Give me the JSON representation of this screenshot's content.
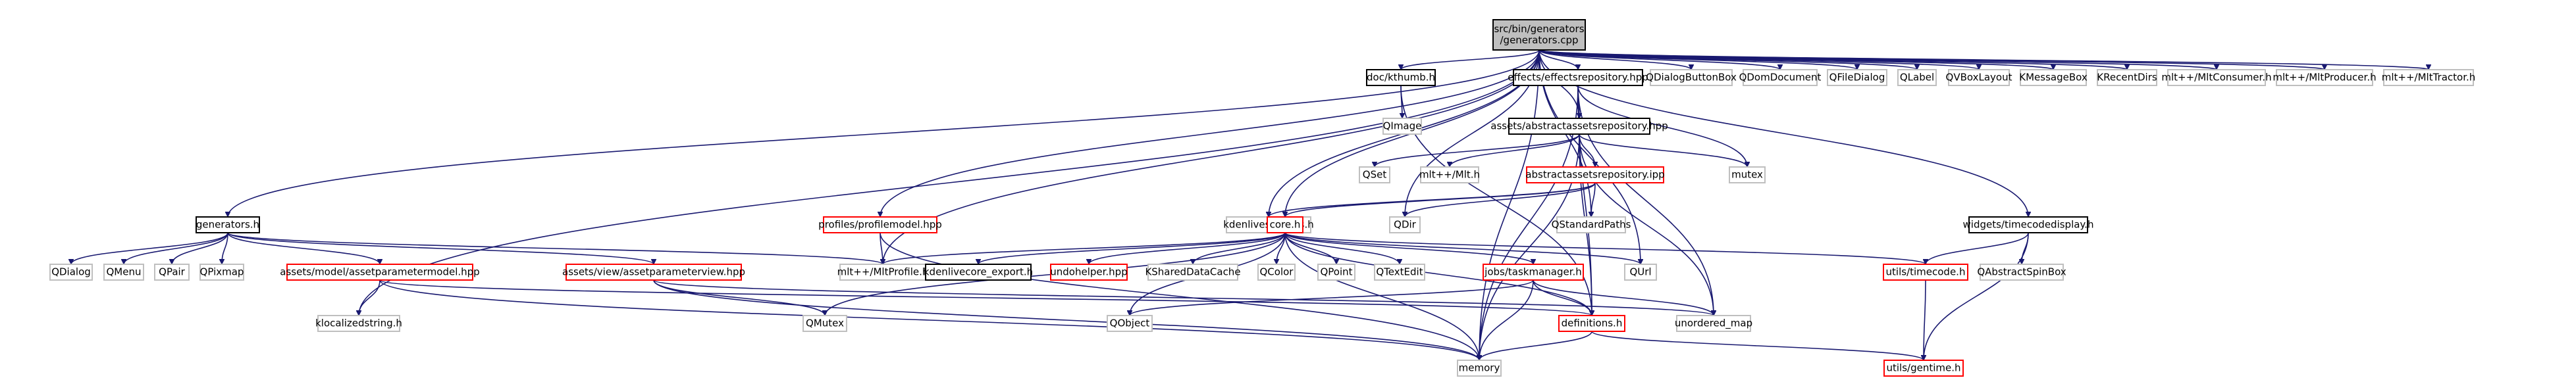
{
  "colors": {
    "edge": "#191970",
    "focus_fill": "#bfbfbf",
    "focus_border": "#000000",
    "documented_border": "#000000",
    "truncated_border": "#ff0000",
    "external_border": "#bfbfbf",
    "node_fill": "#ffffff"
  },
  "nodes": [
    {
      "id": "root",
      "lines": [
        "src/bin/generators",
        "/generators.cpp"
      ],
      "style": "focus"
    },
    {
      "id": "generators_h",
      "lines": [
        "generators.h"
      ],
      "style": "documented"
    },
    {
      "id": "klocalizedstring",
      "lines": [
        "klocalizedstring.h"
      ],
      "style": "external"
    },
    {
      "id": "memory",
      "lines": [
        "memory"
      ],
      "style": "external"
    },
    {
      "id": "profilemodel",
      "lines": [
        "profiles/profilemodel.hpp"
      ],
      "style": "truncated"
    },
    {
      "id": "mltprofile",
      "lines": [
        "mlt++/MltProfile.h"
      ],
      "style": "external"
    },
    {
      "id": "kdenlivesettings",
      "lines": [
        "kdenlivesettings.h"
      ],
      "style": "external"
    },
    {
      "id": "core_h",
      "lines": [
        "core.h"
      ],
      "style": "truncated"
    },
    {
      "id": "qdir",
      "lines": [
        "QDir"
      ],
      "style": "external"
    },
    {
      "id": "doc_kthumb",
      "lines": [
        "doc/kthumb.h"
      ],
      "style": "documented"
    },
    {
      "id": "qimage",
      "lines": [
        "QImage"
      ],
      "style": "external"
    },
    {
      "id": "effectsrepo",
      "lines": [
        "effects/effectsrepository.hpp"
      ],
      "style": "documented"
    },
    {
      "id": "absassetsrepo_hpp",
      "lines": [
        "assets/abstractassetsrepository.hpp"
      ],
      "style": "documented"
    },
    {
      "id": "qset",
      "lines": [
        "QSet"
      ],
      "style": "external"
    },
    {
      "id": "mlth",
      "lines": [
        "mlt++/Mlt.h"
      ],
      "style": "external"
    },
    {
      "id": "absassetsrepo_ipp",
      "lines": [
        "abstractassetsrepository.ipp"
      ],
      "style": "truncated"
    },
    {
      "id": "mutex",
      "lines": [
        "mutex"
      ],
      "style": "external"
    },
    {
      "id": "qstandardpaths",
      "lines": [
        "QStandardPaths"
      ],
      "style": "external"
    },
    {
      "id": "qdialogbuttonbox",
      "lines": [
        "QDialogButtonBox"
      ],
      "style": "external"
    },
    {
      "id": "qdomdocument",
      "lines": [
        "QDomDocument"
      ],
      "style": "external"
    },
    {
      "id": "qfiledialog",
      "lines": [
        "QFileDialog"
      ],
      "style": "external"
    },
    {
      "id": "qlabel",
      "lines": [
        "QLabel"
      ],
      "style": "external"
    },
    {
      "id": "qvboxlayout",
      "lines": [
        "QVBoxLayout"
      ],
      "style": "external"
    },
    {
      "id": "kmessagebox",
      "lines": [
        "KMessageBox"
      ],
      "style": "external"
    },
    {
      "id": "krecentdirs",
      "lines": [
        "KRecentDirs"
      ],
      "style": "external"
    },
    {
      "id": "mltconsumer",
      "lines": [
        "mlt++/MltConsumer.h"
      ],
      "style": "external"
    },
    {
      "id": "mltproducer",
      "lines": [
        "mlt++/MltProducer.h"
      ],
      "style": "external"
    },
    {
      "id": "mlttractor",
      "lines": [
        "mlt++/MltTractor.h"
      ],
      "style": "external"
    },
    {
      "id": "timecodedisplay",
      "lines": [
        "widgets/timecodedisplay.h"
      ],
      "style": "documented"
    },
    {
      "id": "qdialog",
      "lines": [
        "QDialog"
      ],
      "style": "external"
    },
    {
      "id": "qmenu",
      "lines": [
        "QMenu"
      ],
      "style": "external"
    },
    {
      "id": "qpair",
      "lines": [
        "QPair"
      ],
      "style": "external"
    },
    {
      "id": "qpixmap",
      "lines": [
        "QPixmap"
      ],
      "style": "external"
    },
    {
      "id": "assetparammodel",
      "lines": [
        "assets/model/assetparametermodel.hpp"
      ],
      "style": "truncated"
    },
    {
      "id": "assetparamview",
      "lines": [
        "assets/view/assetparameterview.hpp"
      ],
      "style": "truncated"
    },
    {
      "id": "kdenlivecore_export",
      "lines": [
        "kdenlivecore_export.h"
      ],
      "style": "documented"
    },
    {
      "id": "undohelper",
      "lines": [
        "undohelper.hpp"
      ],
      "style": "truncated"
    },
    {
      "id": "ksharedcache",
      "lines": [
        "KSharedDataCache"
      ],
      "style": "external"
    },
    {
      "id": "qcolor",
      "lines": [
        "QColor"
      ],
      "style": "external"
    },
    {
      "id": "qpoint",
      "lines": [
        "QPoint"
      ],
      "style": "external"
    },
    {
      "id": "qtextedit",
      "lines": [
        "QTextEdit"
      ],
      "style": "external"
    },
    {
      "id": "taskmanager",
      "lines": [
        "jobs/taskmanager.h"
      ],
      "style": "truncated"
    },
    {
      "id": "qurl",
      "lines": [
        "QUrl"
      ],
      "style": "external"
    },
    {
      "id": "utils_timecode",
      "lines": [
        "utils/timecode.h"
      ],
      "style": "truncated"
    },
    {
      "id": "qabstractspinbox",
      "lines": [
        "QAbstractSpinBox"
      ],
      "style": "external"
    },
    {
      "id": "qmutex",
      "lines": [
        "QMutex"
      ],
      "style": "external"
    },
    {
      "id": "qobject",
      "lines": [
        "QObject"
      ],
      "style": "external"
    },
    {
      "id": "definitions",
      "lines": [
        "definitions.h"
      ],
      "style": "truncated"
    },
    {
      "id": "unordered_map",
      "lines": [
        "unordered_map"
      ],
      "style": "external"
    },
    {
      "id": "gentime",
      "lines": [
        "utils/gentime.h"
      ],
      "style": "truncated"
    }
  ],
  "edges": [
    [
      "root",
      "generators_h"
    ],
    [
      "root",
      "klocalizedstring"
    ],
    [
      "root",
      "memory"
    ],
    [
      "root",
      "profilemodel"
    ],
    [
      "root",
      "mltprofile"
    ],
    [
      "root",
      "kdenlivesettings"
    ],
    [
      "root",
      "core_h"
    ],
    [
      "root",
      "qdir"
    ],
    [
      "root",
      "doc_kthumb"
    ],
    [
      "root",
      "effectsrepo"
    ],
    [
      "root",
      "absassetsrepo_hpp"
    ],
    [
      "root",
      "qstandardpaths"
    ],
    [
      "root",
      "qdialogbuttonbox"
    ],
    [
      "root",
      "qdomdocument"
    ],
    [
      "root",
      "qfiledialog"
    ],
    [
      "root",
      "qlabel"
    ],
    [
      "root",
      "qvboxlayout"
    ],
    [
      "root",
      "kmessagebox"
    ],
    [
      "root",
      "krecentdirs"
    ],
    [
      "root",
      "mltconsumer"
    ],
    [
      "root",
      "mltproducer"
    ],
    [
      "root",
      "mlttractor"
    ],
    [
      "root",
      "timecodedisplay"
    ],
    [
      "root",
      "qurl"
    ],
    [
      "generators_h",
      "qdialog"
    ],
    [
      "generators_h",
      "qmenu"
    ],
    [
      "generators_h",
      "qpair"
    ],
    [
      "generators_h",
      "qpixmap"
    ],
    [
      "generators_h",
      "assetparammodel"
    ],
    [
      "generators_h",
      "assetparamview"
    ],
    [
      "generators_h",
      "mltprofile"
    ],
    [
      "assetparammodel",
      "klocalizedstring"
    ],
    [
      "assetparammodel",
      "memory"
    ],
    [
      "assetparammodel",
      "definitions"
    ],
    [
      "assetparamview",
      "qmutex"
    ],
    [
      "assetparamview",
      "memory"
    ],
    [
      "assetparamview",
      "unordered_map"
    ],
    [
      "profilemodel",
      "mltprofile"
    ],
    [
      "profilemodel",
      "memory"
    ],
    [
      "doc_kthumb",
      "qimage"
    ],
    [
      "doc_kthumb",
      "definitions"
    ],
    [
      "effectsrepo",
      "absassetsrepo_hpp"
    ],
    [
      "effectsrepo",
      "mutex"
    ],
    [
      "effectsrepo",
      "memory"
    ],
    [
      "effectsrepo",
      "definitions"
    ],
    [
      "effectsrepo",
      "unordered_map"
    ],
    [
      "absassetsrepo_hpp",
      "qset"
    ],
    [
      "absassetsrepo_hpp",
      "mlth"
    ],
    [
      "absassetsrepo_hpp",
      "absassetsrepo_ipp"
    ],
    [
      "absassetsrepo_hpp",
      "mutex"
    ],
    [
      "absassetsrepo_hpp",
      "memory"
    ],
    [
      "absassetsrepo_hpp",
      "definitions"
    ],
    [
      "absassetsrepo_hpp",
      "unordered_map"
    ],
    [
      "absassetsrepo_ipp",
      "kdenlivesettings"
    ],
    [
      "absassetsrepo_ipp",
      "core_h"
    ],
    [
      "absassetsrepo_ipp",
      "qdir"
    ],
    [
      "absassetsrepo_ipp",
      "qstandardpaths"
    ],
    [
      "core_h",
      "mltprofile"
    ],
    [
      "core_h",
      "kdenlivecore_export"
    ],
    [
      "core_h",
      "undohelper"
    ],
    [
      "core_h",
      "ksharedcache"
    ],
    [
      "core_h",
      "qcolor"
    ],
    [
      "core_h",
      "qpoint"
    ],
    [
      "core_h",
      "qtextedit"
    ],
    [
      "core_h",
      "taskmanager"
    ],
    [
      "core_h",
      "qurl"
    ],
    [
      "core_h",
      "utils_timecode"
    ],
    [
      "core_h",
      "qmutex"
    ],
    [
      "core_h",
      "qobject"
    ],
    [
      "core_h",
      "definitions"
    ],
    [
      "core_h",
      "memory"
    ],
    [
      "taskmanager",
      "qobject"
    ],
    [
      "taskmanager",
      "definitions"
    ],
    [
      "taskmanager",
      "memory"
    ],
    [
      "taskmanager",
      "unordered_map"
    ],
    [
      "timecodedisplay",
      "utils_timecode"
    ],
    [
      "timecodedisplay",
      "qabstractspinbox"
    ],
    [
      "timecodedisplay",
      "gentime"
    ],
    [
      "utils_timecode",
      "gentime"
    ],
    [
      "definitions",
      "gentime"
    ],
    [
      "definitions",
      "memory"
    ]
  ]
}
